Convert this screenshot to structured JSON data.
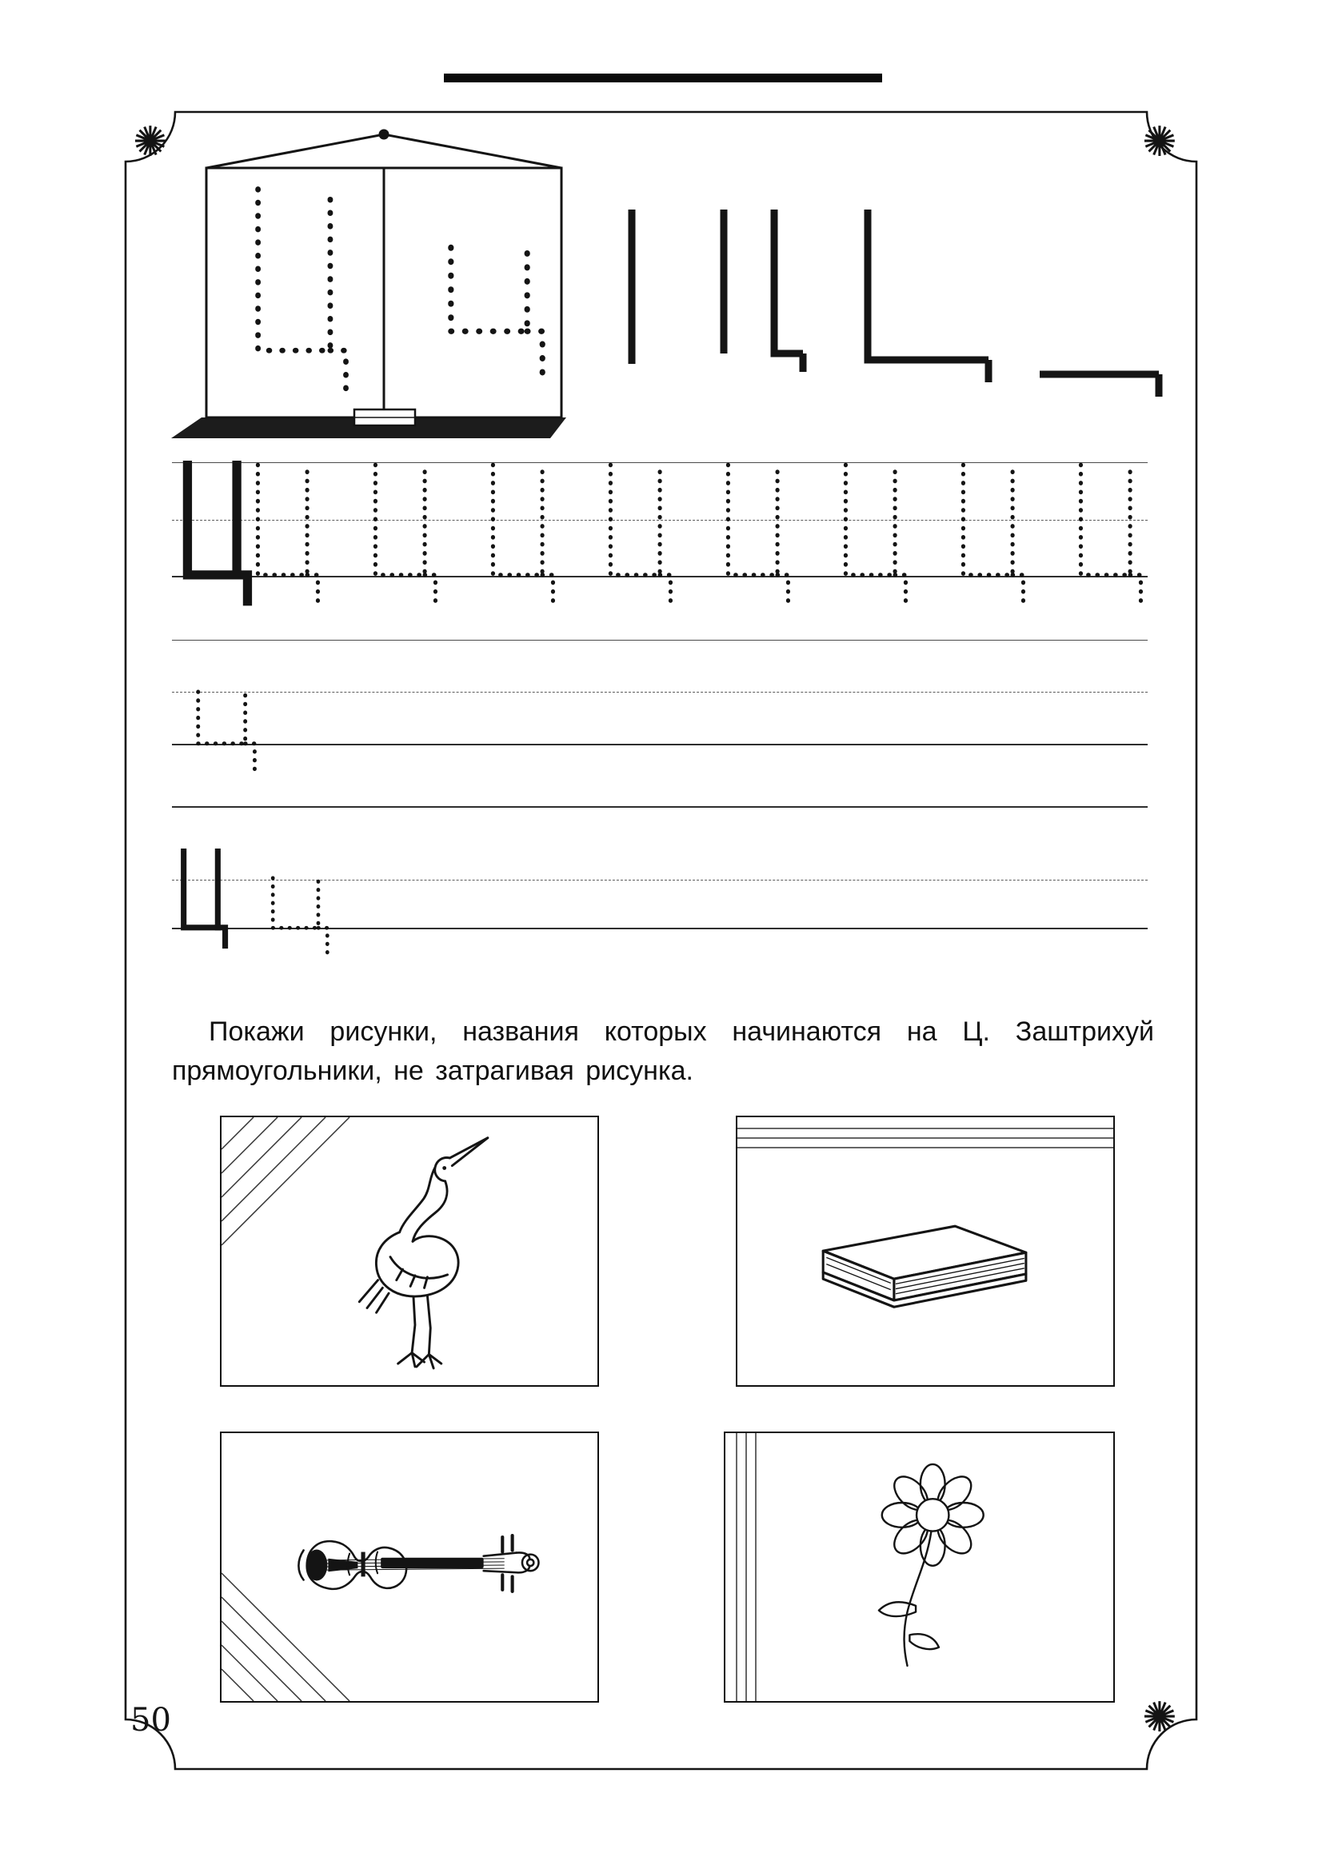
{
  "page": {
    "number": "50"
  },
  "icons": {
    "corner_sun": "✺"
  },
  "colors": {
    "ink": "#141414",
    "paper": "#ffffff"
  },
  "board": {
    "uppercase": "Ц",
    "lowercase": "ц"
  },
  "stroke_drills": [
    "vertical-line",
    "vertical-line-with-hook",
    "corner-with-tail",
    "baseline-with-tail"
  ],
  "practice_rows": [
    {
      "name": "uppercase-trace-row",
      "solid_letters": [
        "Ц"
      ],
      "trace_letters": [
        "Ц",
        "Ц",
        "Ц",
        "Ц",
        "Ц",
        "Ц",
        "Ц",
        "Ц"
      ]
    },
    {
      "name": "lowercase-trace-row",
      "solid_letters": [],
      "trace_letters": [
        "ц"
      ]
    },
    {
      "name": "mixed-row",
      "solid_letters": [
        "Ц"
      ],
      "trace_letters": [
        "ц"
      ]
    }
  ],
  "instruction": "Покажи рисунки, названия которых начинаются на Ц. Заштрихуй прямоугольники, не затрагивая рисунка.",
  "pictures": [
    {
      "name": "heron",
      "hatch": "diagonal-top-left"
    },
    {
      "name": "book",
      "hatch": "horizontal-top"
    },
    {
      "name": "violin",
      "hatch": "diagonal-bottom-left"
    },
    {
      "name": "flower",
      "hatch": "vertical-left"
    }
  ]
}
